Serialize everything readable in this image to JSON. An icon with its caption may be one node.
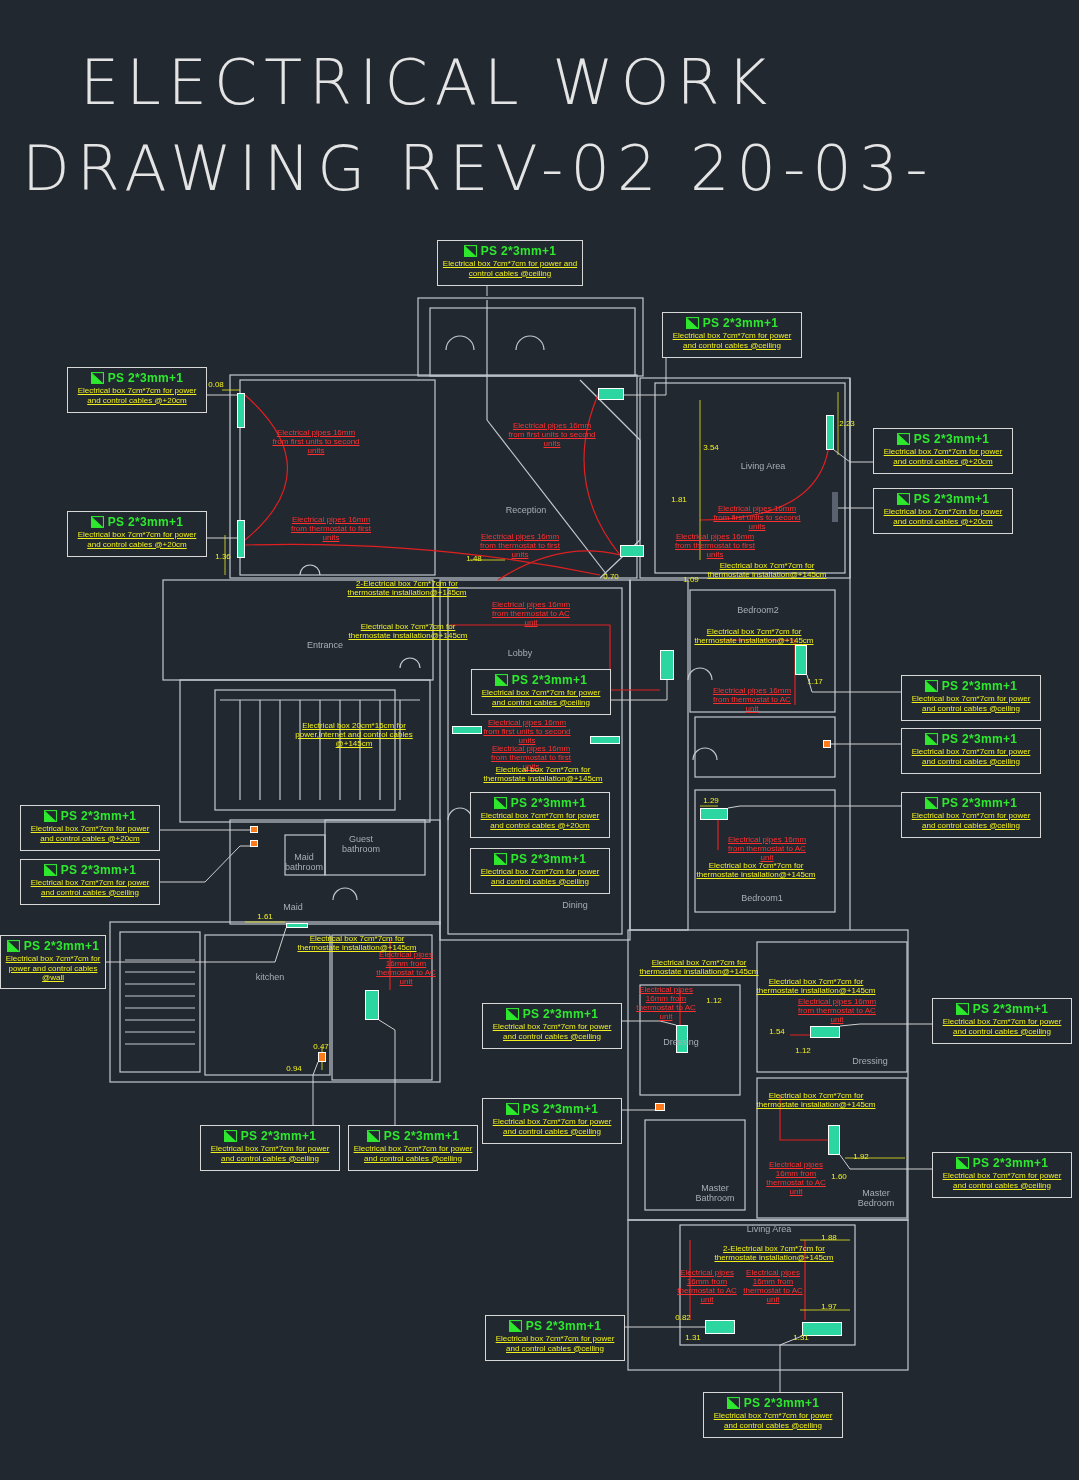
{
  "diagram": {
    "title": "ELECTRICAL WORK DRAWING REV-02 20-03-",
    "nodes": [
      {
        "text": [
          "PS 2*3mm+1",
          "Electrical box 7cm*7cm for power and control cables @ceiling"
        ]
      },
      {
        "text": [
          "PS 2*3mm+1",
          "Electrical box 7cm*7cm for power and control cables @ceiling"
        ]
      },
      {
        "text": [
          "PS 2*3mm+1",
          "Electrical box 7cm*7cm for power and control cables @+20cm"
        ]
      },
      {
        "text": [
          "PS 2*3mm+1",
          "Electrical box 7cm*7cm for power and control cables @+20cm"
        ]
      },
      {
        "text": [
          "PS 2*3mm+1",
          "Electrical box 7cm*7cm for power and control cables @+20cm"
        ]
      },
      {
        "text": [
          "PS 2*3mm+1",
          "Electrical box 7cm*7cm for power and control cables @+20cm"
        ]
      },
      {
        "text": [
          "PS 2*3mm+1",
          "Electrical box 7cm*7cm for power and control cables @ceiling"
        ]
      },
      {
        "text": [
          "PS 2*3mm+1",
          "Electrical box 7cm*7cm for power and control cables @ceiling"
        ]
      },
      {
        "text": [
          "PS 2*3mm+1",
          "Electrical box 7cm*7cm for power and control cables @ceiling"
        ]
      },
      {
        "text": [
          "PS 2*3mm+1",
          "Electrical box 7cm*7cm for power and control cables @ceiling"
        ]
      },
      {
        "text": [
          "PS 2*3mm+1",
          "Electrical box 7cm*7cm for power and control cables @+20cm"
        ]
      },
      {
        "text": [
          "PS 2*3mm+1",
          "Electrical box 7cm*7cm for power and control cables @ceiling"
        ]
      },
      {
        "text": [
          "PS 2*3mm+1",
          "Electrical box 7cm*7cm for power and control cables @+20cm"
        ]
      },
      {
        "text": [
          "PS 2*3mm+1",
          "Electrical box 7cm*7cm for power and control cables @ceiling"
        ]
      },
      {
        "text": [
          "PS 2*3mm+1",
          "Electrical box 7cm*7cm for power and control cables @wall"
        ]
      },
      {
        "text": [
          "PS 2*3mm+1",
          "Electrical box 7cm*7cm for power and control cables @ceiling"
        ]
      },
      {
        "text": [
          "PS 2*3mm+1",
          "Electrical box 7cm*7cm for power and control cables @ceiling"
        ]
      },
      {
        "text": [
          "PS 2*3mm+1",
          "Electrical box 7cm*7cm for power and control cables @ceiling"
        ]
      },
      {
        "text": [
          "PS 2*3mm+1",
          "Electrical box 7cm*7cm for power and control cables @ceiling"
        ]
      },
      {
        "text": [
          "PS 2*3mm+1",
          "Electrical box 7cm*7cm for power and control cables @ceiling"
        ]
      },
      {
        "text": [
          "PS 2*3mm+1",
          "Electrical box 7cm*7cm for power and control cables @ceiling"
        ]
      },
      {
        "text": [
          "PS 2*3mm+1",
          "Electrical box 7cm*7cm for power and control cables @ceiling"
        ]
      },
      {
        "text": [
          "PS 2*3mm+1",
          "Electrical box 7cm*7cm for power and control cables @ceiling"
        ]
      },
      {
        "text": [],
        "shape": "box"
      },
      {
        "text": [],
        "shape": "box"
      },
      {
        "text": [],
        "shape": "box"
      },
      {
        "text": [],
        "shape": "box"
      },
      {
        "text": [],
        "shape": "box"
      },
      {
        "text": [],
        "shape": "box"
      },
      {
        "text": [],
        "shape": "box"
      },
      {
        "text": [],
        "shape": "box"
      },
      {
        "text": [],
        "shape": "box"
      },
      {
        "text": [],
        "shape": "box"
      },
      {
        "text": [],
        "shape": "box"
      },
      {
        "text": [],
        "shape": "box"
      },
      {
        "text": [],
        "shape": "box"
      },
      {
        "text": [],
        "shape": "box"
      },
      {
        "text": [],
        "shape": "box"
      },
      {
        "text": [],
        "shape": "box"
      },
      {
        "text": [],
        "shape": "box"
      },
      {
        "text": [],
        "shape": "box"
      },
      {
        "text": [],
        "shape": "box"
      },
      {
        "text": [],
        "shape": "box"
      },
      {
        "text": [],
        "shape": "box"
      },
      {
        "text": [],
        "shape": "box"
      },
      {
        "text": [],
        "shape": "bar"
      }
    ],
    "edges": [
      {
        "from": 0,
        "to": null,
        "arrow": "none"
      },
      {
        "from": 1,
        "to": 25,
        "arrow": "none"
      },
      {
        "from": 2,
        "to": 23,
        "arrow": "none"
      },
      {
        "from": 3,
        "to": 24,
        "arrow": "none"
      },
      {
        "from": 4,
        "to": 27,
        "arrow": "none"
      },
      {
        "from": 5,
        "to": 45,
        "arrow": "none"
      },
      {
        "from": 6,
        "to": 28,
        "arrow": "none"
      },
      {
        "from": 7,
        "to": 29,
        "arrow": "none"
      },
      {
        "from": 8,
        "to": 44,
        "arrow": "none"
      },
      {
        "from": 9,
        "to": 32,
        "arrow": "none"
      },
      {
        "from": 12,
        "to": 40,
        "arrow": "none"
      },
      {
        "from": 13,
        "to": 41,
        "arrow": "none"
      },
      {
        "from": 14,
        "to": 39,
        "arrow": "none"
      },
      {
        "from": 15,
        "to": 42,
        "arrow": "none"
      },
      {
        "from": 16,
        "to": 33,
        "arrow": "none"
      },
      {
        "from": 17,
        "to": 34,
        "arrow": "none"
      },
      {
        "from": 18,
        "to": 43,
        "arrow": "none"
      },
      {
        "from": 19,
        "to": 35,
        "arrow": "none"
      },
      {
        "from": 20,
        "to": 36,
        "arrow": "none"
      },
      {
        "from": 21,
        "to": 37,
        "arrow": "none"
      },
      {
        "from": 22,
        "to": 38,
        "arrow": "none"
      }
    ],
    "labels": [
      "0.08",
      "Electrical pipes 16mm from first units to second units",
      "Electrical pipes 16mm from first units to second units",
      "2.23",
      "3.54",
      "Living Area",
      "1.81",
      "Reception",
      "Electrical pipes 16mm from thermostat to first units",
      "Electrical pipes 16mm from first units to second units",
      "Electrical pipes 16mm from thermostat to first units",
      "Electrical pipes 16mm from thermostat to first units",
      "1.36",
      "1.48",
      "Electrical box 7cm*7cm for thermostate installation@+145cm",
      "0.70",
      "1.09",
      "2-Electrical box 7cm*7cm for thermostate installation@+145cm",
      "Electrical pipes 16mm from thermostat to AC unit",
      "Bedroom2",
      "Electrical box 7cm*7cm for thermostate installation@+145cm",
      "Electrical box 7cm*7cm for thermostate installation@+145cm",
      "Entrance",
      "Lobby",
      "1.17",
      "Electrical pipes 16mm from thermostat to AC unit",
      "Electrical box 20cm*15cm for power,internet and control cables @+145cm",
      "Electrical pipes 16mm from first units to second units",
      "Electrical pipes 16mm from thermostat to first units",
      "Electrical box 7cm*7cm for thermostate installation@+145cm",
      "1.29",
      "Electrical pipes 16mm from thermostat to AC unit",
      "Guest bathroom",
      "Maid bathroom",
      "Electrical box 7cm*7cm for thermostate installation@+145cm",
      "Bedroom1",
      "Dining",
      "1.61",
      "Maid",
      "Electrical box 7cm*7cm for thermostate installation@+145cm",
      "Electrical pipes 16mm from thermostat to AC unit",
      "Electrical box 7cm*7cm for thermostate installation@+145cm",
      "kitchen",
      "Electrical box 7cm*7cm for thermostate installation@+145cm",
      "Electrical pipes 16mm from thermostat to AC unit",
      "Electrical pipes 16mm from thermostat to AC unit",
      "1.12",
      "1.54",
      "Dressing",
      "1.12",
      "Dressing",
      "0.47",
      "0.94",
      "Electrical box 7cm*7cm for thermostate installation@+145cm",
      "1.92",
      "Electrical pipes 16mm from thermostat to AC unit",
      "1.60",
      "Master Bathroom",
      "Master Bedroom",
      "Living Area",
      "1.88",
      "2-Electrical box 7cm*7cm for thermostate installation@+145cm",
      "Electrical pipes 16mm from thermostat to AC unit",
      "Electrical pipes 16mm from thermostat to AC unit",
      "1.97",
      "0.82",
      "1.31",
      "1.31"
    ]
  }
}
